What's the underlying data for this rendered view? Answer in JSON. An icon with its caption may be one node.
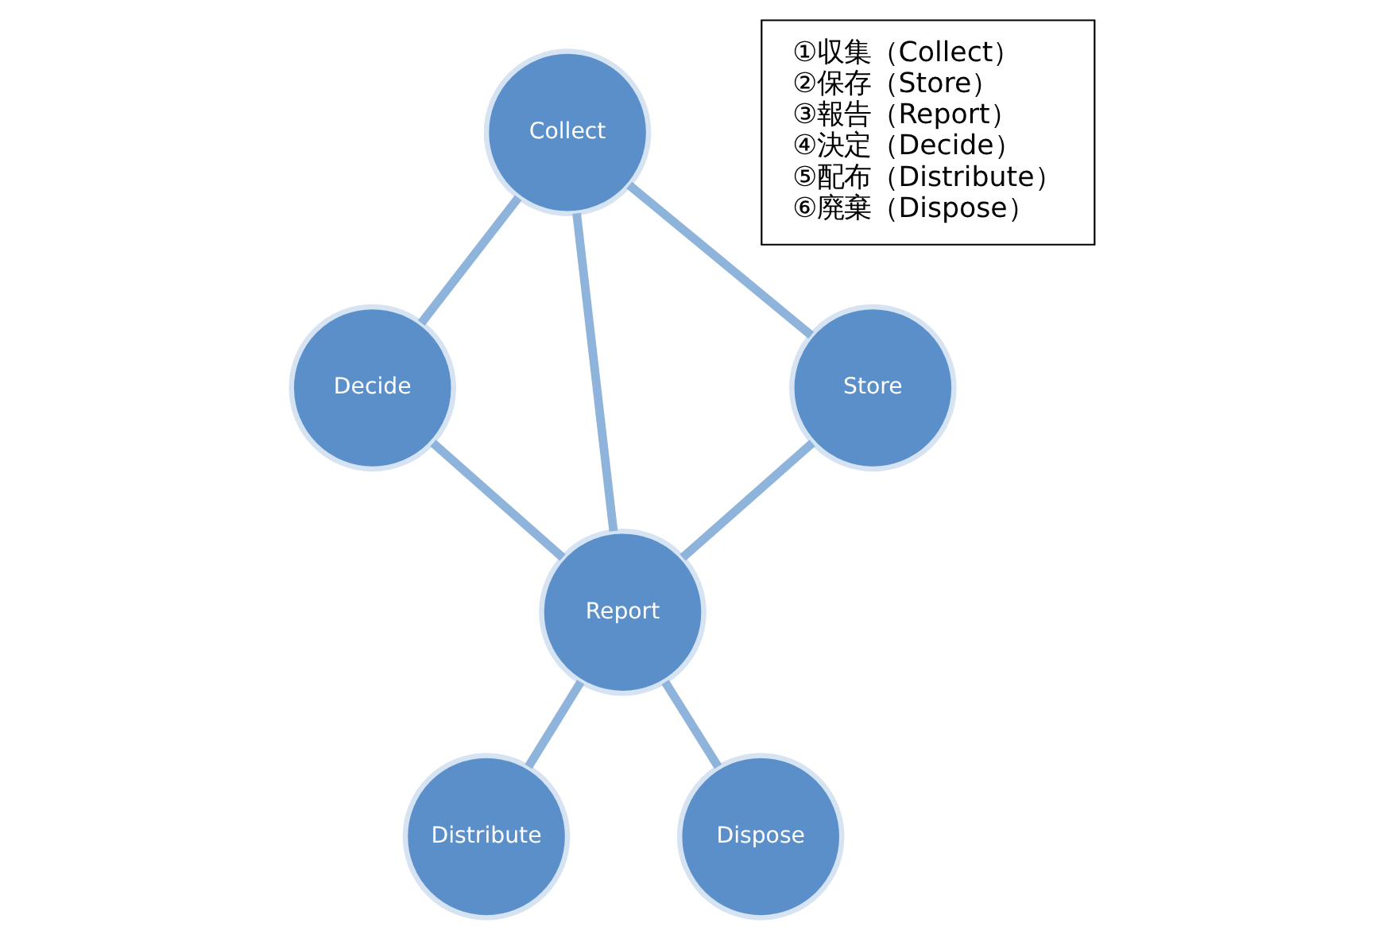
{
  "diagram": {
    "nodes": [
      {
        "text": [
          "Collect"
        ]
      },
      {
        "text": [
          "Decide"
        ]
      },
      {
        "text": [
          "Store"
        ]
      },
      {
        "text": [
          "Report"
        ]
      },
      {
        "text": [
          "Distribute"
        ]
      },
      {
        "text": [
          "Dispose"
        ]
      },
      {
        "text": [
          "①収集（Collect）",
          "②保存（Store）",
          "③報告（Report）",
          "④決定（Decide）",
          "⑤配布（Distribute）",
          "⑥廃棄（Dispose）"
        ]
      }
    ],
    "edges": [
      {
        "from": 0,
        "to": 1,
        "arrow": "none"
      },
      {
        "from": 0,
        "to": 3,
        "arrow": "none"
      },
      {
        "from": 0,
        "to": 2,
        "arrow": "none"
      },
      {
        "from": 1,
        "to": 3,
        "arrow": "none"
      },
      {
        "from": 2,
        "to": 3,
        "arrow": "none"
      },
      {
        "from": 3,
        "to": 4,
        "arrow": "none"
      },
      {
        "from": 3,
        "to": 5,
        "arrow": "none"
      }
    ]
  }
}
